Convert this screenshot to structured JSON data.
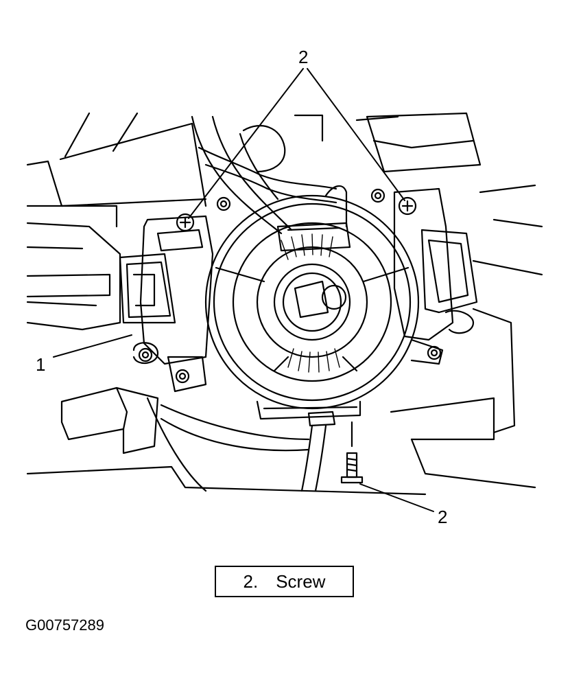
{
  "callouts": {
    "top": "2",
    "left": "1",
    "bottom_right": "2"
  },
  "legend": {
    "number": "2.",
    "label": "Screw"
  },
  "figure_id": "G00757289"
}
